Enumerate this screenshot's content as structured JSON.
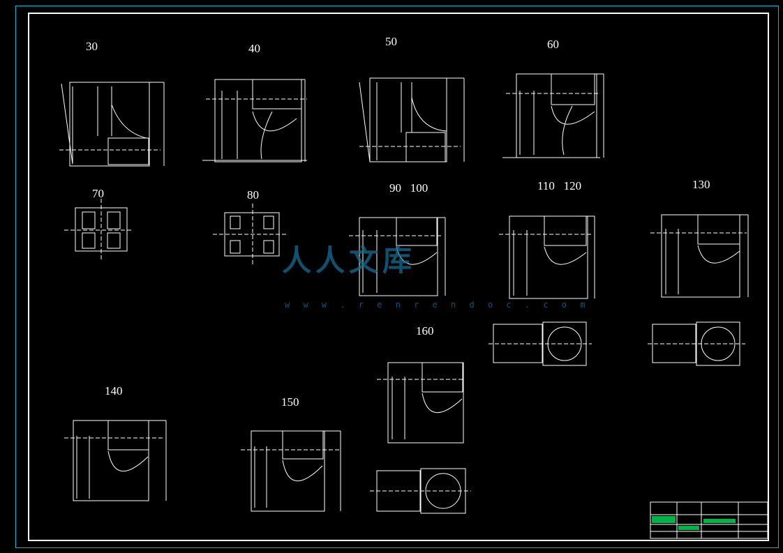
{
  "operations": [
    {
      "id": "op30",
      "label": "30"
    },
    {
      "id": "op40",
      "label": "40"
    },
    {
      "id": "op50",
      "label": "50"
    },
    {
      "id": "op60",
      "label": "60"
    },
    {
      "id": "op70",
      "label": "70"
    },
    {
      "id": "op80",
      "label": "80"
    },
    {
      "id": "op90",
      "label": "90   100"
    },
    {
      "id": "op110",
      "label": "110   120"
    },
    {
      "id": "op130",
      "label": "130"
    },
    {
      "id": "op140",
      "label": "140"
    },
    {
      "id": "op150",
      "label": "150"
    },
    {
      "id": "op160",
      "label": "160"
    }
  ],
  "watermark": {
    "text": "人人文库",
    "url": "w w w . r e n r e n d o c . c o m"
  },
  "colors": {
    "background": "#000000",
    "frame_outer": "#00bcd4",
    "frame_inner": "#ffffff",
    "line": "#ffffff",
    "title_block_text": "#00ff66",
    "watermark": "#1a6b8f"
  }
}
